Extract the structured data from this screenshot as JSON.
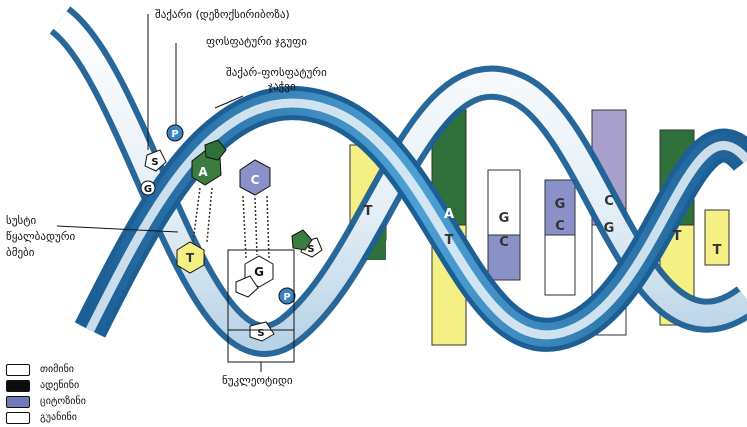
{
  "labels": {
    "sugar_deoxyribose": "შაქარი (დეზოქსირიბოზა)",
    "phosphate_group": "ფოსფატური ჯგუფი",
    "sugar_phosphate_backbone": [
      "შაქარ-ფოსფატური",
      "ჯაჭვი"
    ],
    "hydrogen_bond": [
      "სუსტი",
      "წყალბადური",
      "ბმები"
    ],
    "nucleotide": "ნუკლეოტიდი"
  },
  "molecule_letters": {
    "phosphate": "P",
    "sugar": "S",
    "adenine": "A",
    "thymine": "T",
    "guanine": "G",
    "cytosine": "C"
  },
  "legend": [
    {
      "label": "თიმინი",
      "color": "#ffffff"
    },
    {
      "label": "ადენინი",
      "color": "#0c0c0c"
    },
    {
      "label": "ციტოზინი",
      "color": "#6f78b8"
    },
    {
      "label": "გუანინი",
      "color": "#ffffff"
    }
  ],
  "colors": {
    "backbone_blue": "#2f7fb6",
    "backbone_light": "#e8f1f8",
    "thymine": "#f4f084",
    "adenine": "#2f6f3a",
    "cytosine": "#8a90c8",
    "guanine": "#ffffff"
  }
}
